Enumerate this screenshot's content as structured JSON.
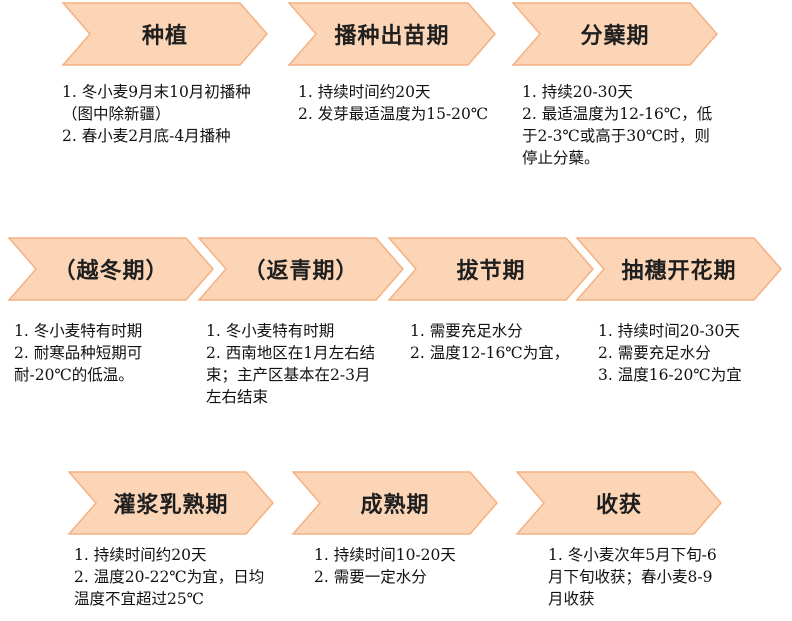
{
  "colors": {
    "fill": "#fbd5b5",
    "stroke": "#f4b183"
  },
  "stages": [
    {
      "name": "种植",
      "notes": [
        "1. 冬小麦9月末10月初播种（图中除新疆）",
        "2. 春小麦2月底-4月播种"
      ]
    },
    {
      "name": "播种出苗期",
      "notes": [
        "1. 持续时间约20天",
        "2. 发芽最适温度为15-20℃"
      ]
    },
    {
      "name": "分蘖期",
      "notes": [
        "1. 持续20-30天",
        "2. 最适温度为12-16℃，低于2-3℃或高于30℃时，则停止分蘖。"
      ]
    },
    {
      "name": "（越冬期）",
      "notes": [
        "1. 冬小麦特有时期",
        "2. 耐寒品种短期可耐-20℃的低温。"
      ]
    },
    {
      "name": "（返青期）",
      "notes": [
        "1. 冬小麦特有时期",
        "2. 西南地区在1月左右结束；主产区基本在2-3月左右结束"
      ]
    },
    {
      "name": "拔节期",
      "notes": [
        "1. 需要充足水分",
        "2. 温度12-16℃为宜，"
      ]
    },
    {
      "name": "抽穗开花期",
      "notes": [
        "1. 持续时间20-30天",
        "2. 需要充足水分",
        "3. 温度16-20℃为宜"
      ]
    },
    {
      "name": "灌浆乳熟期",
      "notes": [
        "1. 持续时间约20天",
        "2. 温度20-22℃为宜，日均温度不宜超过25℃"
      ]
    },
    {
      "name": "成熟期",
      "notes": [
        "1. 持续时间10-20天",
        "2. 需要一定水分"
      ]
    },
    {
      "name": "收获",
      "notes": [
        "1. 冬小麦次年5月下旬-6月下旬收获；春小麦8-9月收获"
      ]
    }
  ]
}
